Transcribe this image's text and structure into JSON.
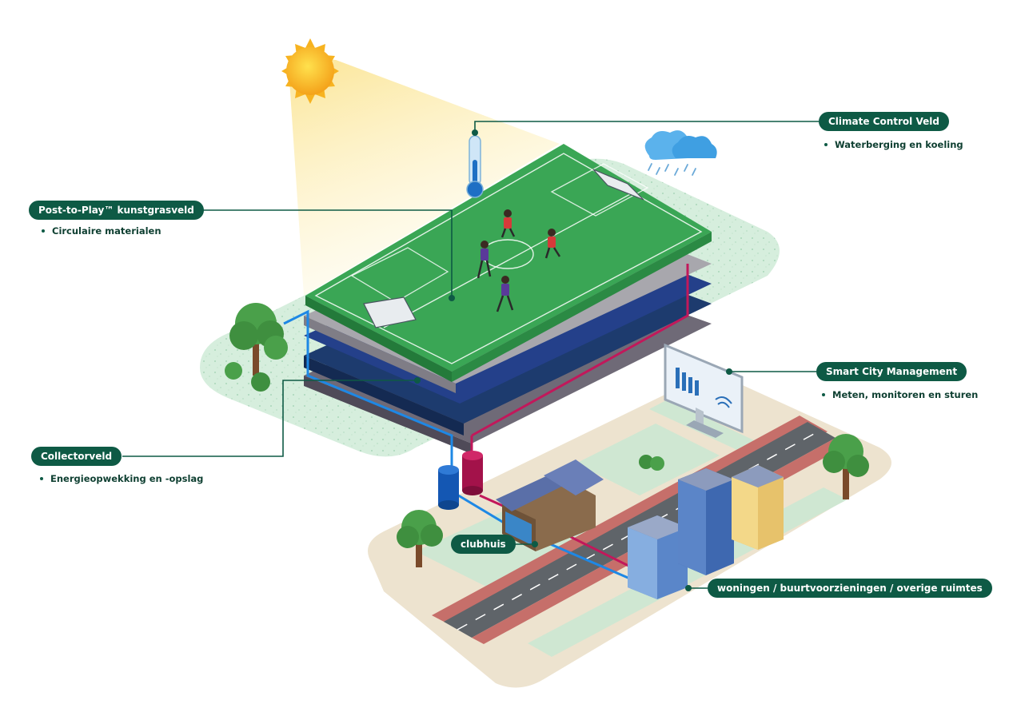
{
  "labels": {
    "post_to_play": {
      "title": "Post-to-Play™ kunstgrasveld",
      "sub": "Circulaire materialen"
    },
    "climate": {
      "title": "Climate Control Veld",
      "sub": "Waterberging en koeling"
    },
    "smart_city": {
      "title": "Smart City Management",
      "sub": "Meten, monitoren en sturen"
    },
    "collector": {
      "title": "Collectorveld",
      "sub": "Energieopwekking en -opslag"
    },
    "clubhuis": {
      "title": "clubhuis"
    },
    "woningen": {
      "title": "woningen / buurtvoorzieningen / overige ruimtes"
    }
  },
  "colors": {
    "label_bg": "#0e5a45",
    "label_text": "#ffffff",
    "sub_text": "#0e3f31",
    "pitch": "#2f9a4c",
    "hot_pipe": "#c2185b",
    "cold_pipe": "#1e88e5",
    "ground_green": "#d6eedd",
    "ground_sand": "#ede3cf"
  },
  "icons": [
    "sun-icon",
    "thermometer-icon",
    "rain-cloud-icon",
    "monitor-icon",
    "bar-chart-icon",
    "wifi-icon",
    "tree-icon",
    "goal-icon",
    "player-icon",
    "water-tank-icon",
    "solar-panel-icon"
  ]
}
